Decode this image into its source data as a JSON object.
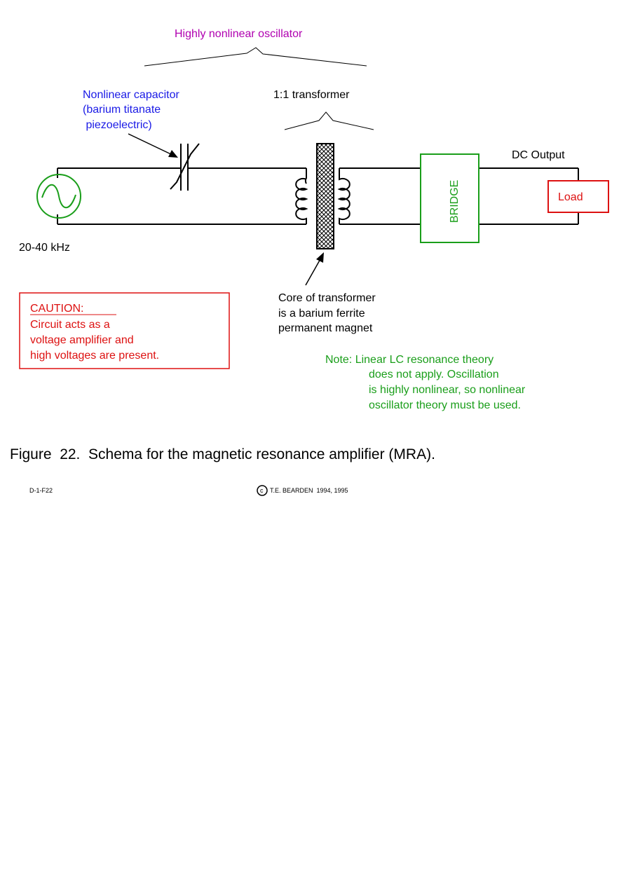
{
  "labels": {
    "oscillator": "Highly nonlinear oscillator",
    "capacitor": [
      "Nonlinear capacitor",
      "(barium titanate",
      " piezoelectric)"
    ],
    "transformer": "1:1 transformer",
    "dc_output": "DC Output",
    "load": "Load",
    "bridge": "BRIDGE",
    "frequency": "20-40 kHz",
    "core": [
      "Core of transformer",
      "is a barium ferrite",
      "permanent magnet"
    ]
  },
  "caution": {
    "title": "CAUTION:",
    "lines": [
      "Circuit acts as a",
      "voltage amplifier and",
      "high voltages are present."
    ]
  },
  "note": {
    "lines": [
      "Note: Linear LC resonance theory",
      "does not apply.  Oscillation",
      "is highly nonlinear, so nonlinear",
      "oscillator theory must be used."
    ]
  },
  "caption": "Figure  22.  Schema for the magnetic resonance amplifier (MRA).",
  "footer": {
    "doc_id": "D-1-F22",
    "copyright_symbol": "c",
    "copyright": "T.E. BEARDEN  1994, 1995"
  },
  "colors": {
    "wire": "#000000",
    "purple": "#b000b0",
    "blue": "#1a1ae6",
    "green": "#1a9e1a",
    "red": "#dd1111"
  }
}
